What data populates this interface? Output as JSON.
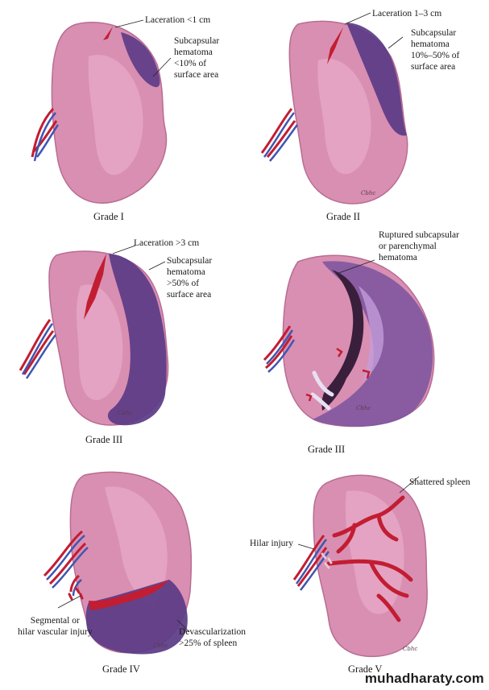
{
  "panels": [
    {
      "grade": "Grade I",
      "labels": {
        "laceration": "Laceration <1 cm",
        "hematoma": [
          "Subcapsular",
          "hematoma",
          "<10% of",
          "surface area"
        ]
      }
    },
    {
      "grade": "Grade II",
      "labels": {
        "laceration": "Laceration 1–3 cm",
        "hematoma": [
          "Subcapsular",
          "hematoma",
          "10%–50% of",
          "surface area"
        ]
      }
    },
    {
      "grade": "Grade III",
      "labels": {
        "laceration": "Laceration >3 cm",
        "hematoma": [
          "Subcapsular",
          "hematoma",
          ">50% of",
          "surface area"
        ]
      }
    },
    {
      "grade": "Grade III",
      "labels": {
        "ruptured": [
          "Ruptured subcapsular",
          "or parenchymal",
          "hematoma"
        ]
      }
    },
    {
      "grade": "Grade IV",
      "labels": {
        "segmental": [
          "Segmental or",
          "hilar vascular injury"
        ],
        "devascularization": [
          "Devascularization",
          ">25% of spleen"
        ]
      }
    },
    {
      "grade": "Grade V",
      "labels": {
        "shattered": "Shattered spleen",
        "hilar": "Hilar injury"
      }
    }
  ],
  "artist_signature": "Cbhc",
  "watermark": "muhadharaty.com",
  "colors": {
    "parenchyma": "#d98fb2",
    "parenchyma_light": "#e7a9c7",
    "hematoma": "#5b3b86",
    "blood": "#c21d32",
    "vein": "#3f56b0"
  }
}
